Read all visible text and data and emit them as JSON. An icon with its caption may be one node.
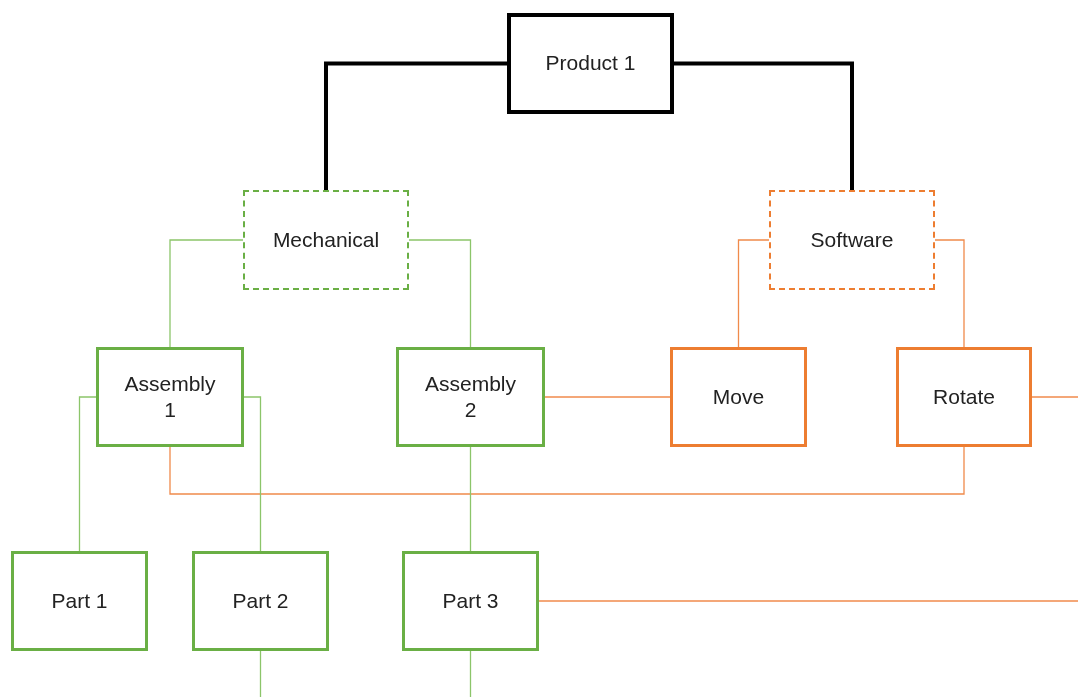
{
  "diagram": {
    "nodes": [
      {
        "text": [
          "Product 1"
        ]
      },
      {
        "text": [
          "Mechanical"
        ]
      },
      {
        "text": [
          "Software"
        ]
      },
      {
        "text": [
          "Assembly 1"
        ]
      },
      {
        "text": [
          "Assembly 2"
        ]
      },
      {
        "text": [
          "Move"
        ]
      },
      {
        "text": [
          "Rotate"
        ]
      },
      {
        "text": [
          "Part 1"
        ]
      },
      {
        "text": [
          "Part 2"
        ]
      },
      {
        "text": [
          "Part 3"
        ]
      }
    ],
    "edges": [
      {
        "from": 0,
        "to": 1,
        "arrow": "none",
        "style": "thick",
        "color": "#000000"
      },
      {
        "from": 0,
        "to": 2,
        "arrow": "none",
        "style": "thick",
        "color": "#000000"
      },
      {
        "from": 1,
        "to": 3,
        "arrow": "none"
      },
      {
        "from": 1,
        "to": 4,
        "arrow": "none"
      },
      {
        "from": 2,
        "to": 5,
        "arrow": "none",
        "color": "#f08a4b"
      },
      {
        "from": 2,
        "to": 6,
        "arrow": "none",
        "color": "#f08a4b"
      },
      {
        "from": 4,
        "to": 5,
        "arrow": "none",
        "color": "#f08a4b"
      },
      {
        "from": 3,
        "to": 6,
        "arrow": "none",
        "color": "#f08a4b"
      },
      {
        "from": 3,
        "to": 7,
        "arrow": "none"
      },
      {
        "from": 3,
        "to": 8,
        "arrow": "none"
      },
      {
        "from": 4,
        "to": 9,
        "arrow": "none"
      },
      {
        "from": 6,
        "to": null,
        "arrow": "none",
        "color": "#f08a4b"
      },
      {
        "from": 9,
        "to": null,
        "arrow": "none",
        "color": "#f08a4b"
      },
      {
        "from": 8,
        "to": null,
        "arrow": "none"
      },
      {
        "from": 9,
        "to": null,
        "arrow": "none"
      }
    ]
  }
}
